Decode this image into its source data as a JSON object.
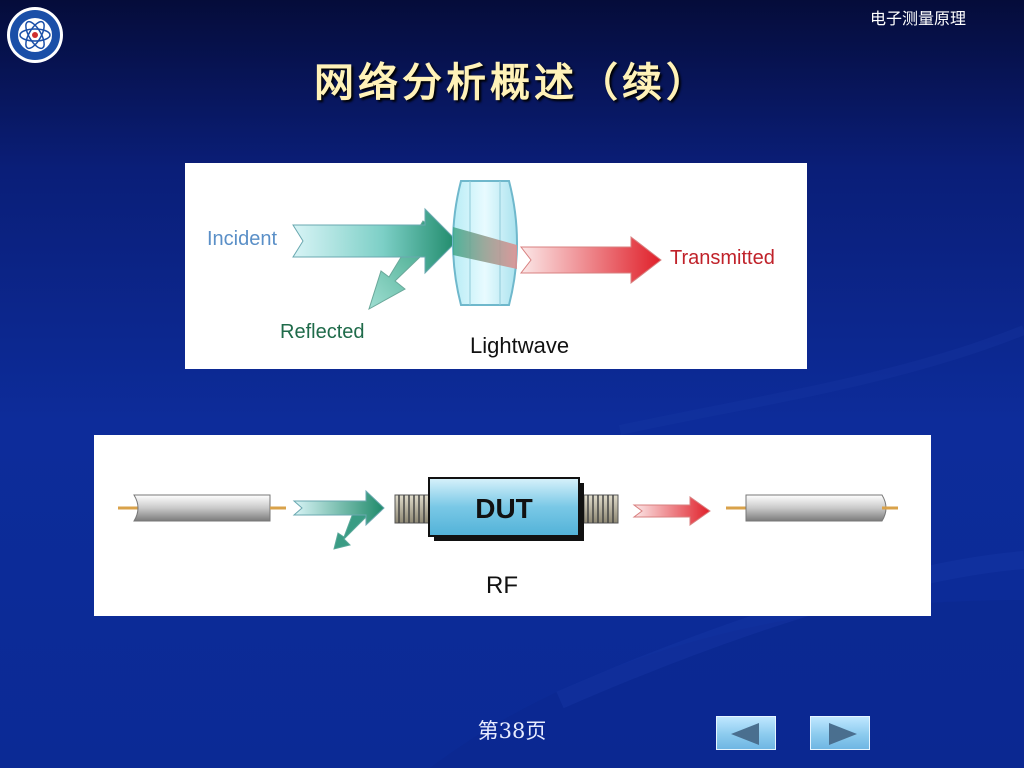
{
  "header": {
    "course_title": "电子测量原理",
    "logo_name": "uestc-emblem-icon"
  },
  "slide": {
    "title": "网络分析概述（续）"
  },
  "lightwave_diagram": {
    "incident_label": "Incident",
    "reflected_label": "Reflected",
    "transmitted_label": "Transmitted",
    "medium_label": "Lightwave"
  },
  "rf_diagram": {
    "device_label": "DUT",
    "medium_label": "RF"
  },
  "footer": {
    "page_label": "第38页",
    "prev_icon": "triangle-left-icon",
    "next_icon": "triangle-right-icon"
  },
  "colors": {
    "incident": "#5a8fc7",
    "reflected": "#1f6b4a",
    "transmitted": "#c0222a",
    "title": "#fff2b8"
  }
}
